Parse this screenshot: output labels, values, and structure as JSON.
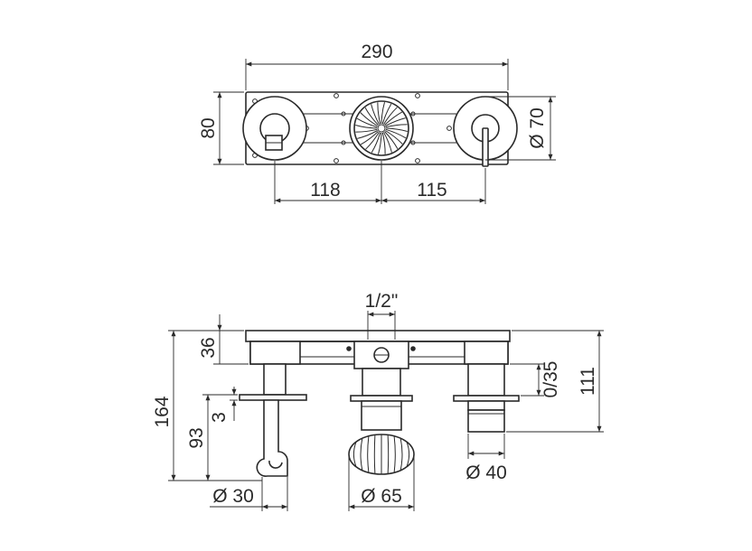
{
  "top_view": {
    "dim_width": "290",
    "dim_height": "80",
    "dim_left": "118",
    "dim_right": "115",
    "dim_diameter": "Ø 70"
  },
  "side_view": {
    "dim_thread": "1/2\"",
    "dim_36": "36",
    "dim_164": "164",
    "dim_93": "93",
    "dim_3": "3",
    "dim_0_35": "0/35",
    "dim_111": "111",
    "dim_d30": "Ø 30",
    "dim_d65": "Ø 65",
    "dim_d40": "Ø 40"
  }
}
